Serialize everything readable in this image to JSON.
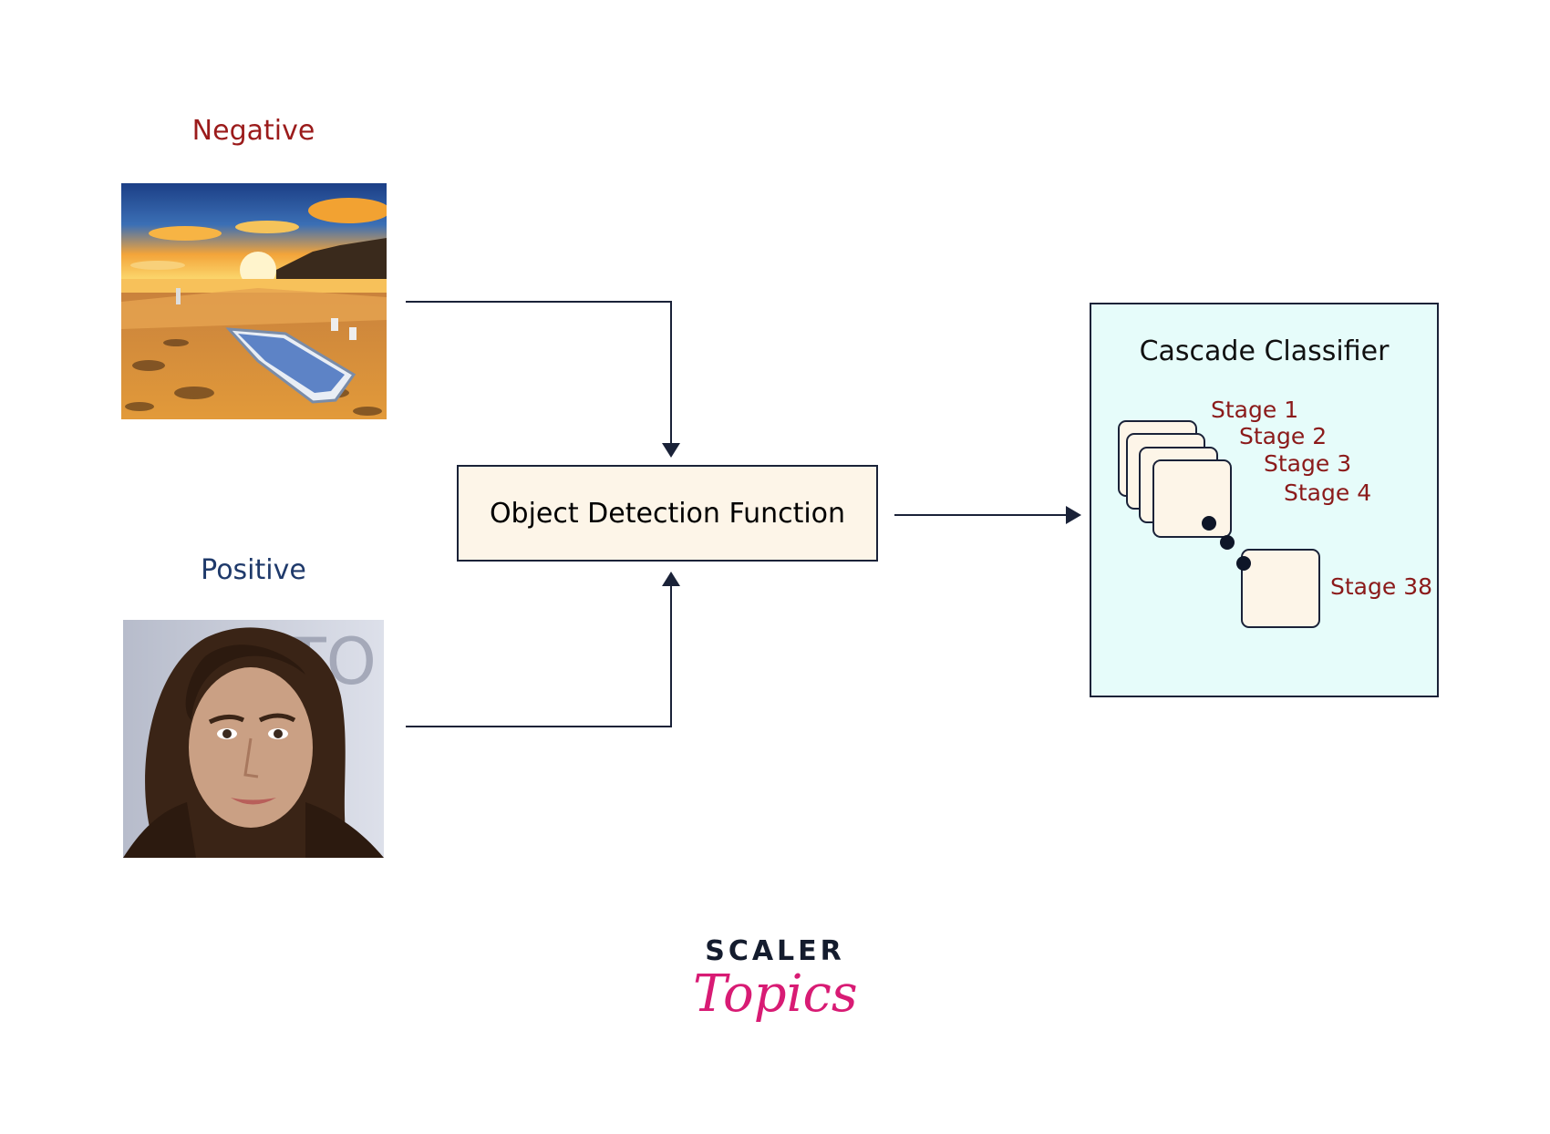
{
  "colors": {
    "negative_label": "#9b1b1b",
    "positive_label": "#1f3a6b",
    "box_fill": "#fdf5e8",
    "cascade_fill": "#e6fcfa",
    "stage_label": "#8b1a1a",
    "line": "#1a2238",
    "logo_dark": "#141c2e",
    "logo_pink": "#d81b74"
  },
  "inputs": {
    "negative_label": "Negative",
    "positive_label": "Positive"
  },
  "function_box": {
    "label": "Object Detection Function"
  },
  "cascade": {
    "title": "Cascade Classifier",
    "stages": [
      "Stage 1",
      "Stage 2",
      "Stage 3",
      "Stage 4",
      "Stage 38"
    ]
  },
  "logo": {
    "word1": "SCALER",
    "word2": "Topics"
  }
}
